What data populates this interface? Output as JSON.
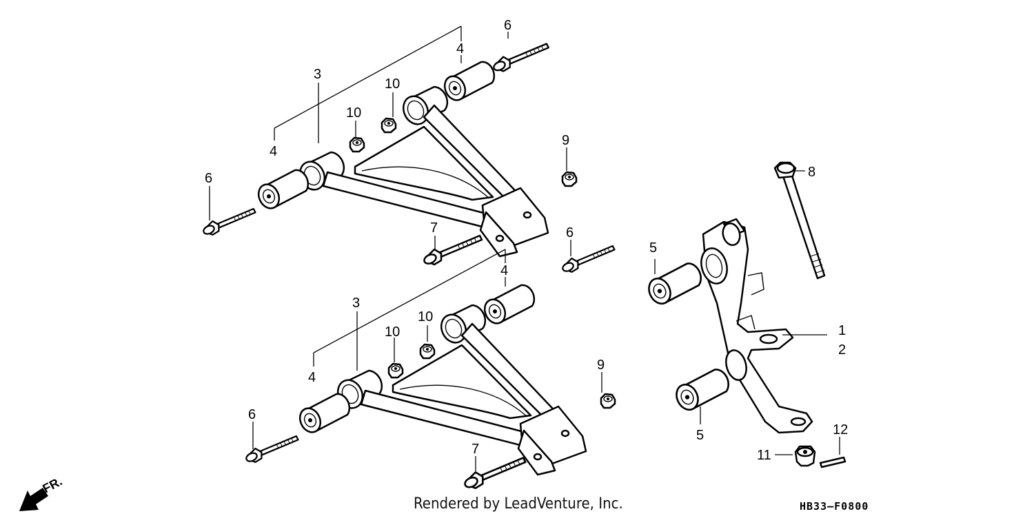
{
  "diagram": {
    "callouts": {
      "upper_arm": "3",
      "upper_bush_front": "4",
      "upper_bush_rear": "4",
      "upper_bolt_front": "6",
      "upper_bolt_rear": "6",
      "upper_nut_a": "10",
      "upper_nut_b": "10",
      "upper_nut_small": "9",
      "upper_bolt_7": "7",
      "lower_arm": "3",
      "lower_bush_front": "4",
      "lower_bush_rear": "4",
      "lower_bolt_front": "6",
      "lower_bolt_rear": "6",
      "lower_nut_a": "10",
      "lower_nut_b": "10",
      "lower_nut_small": "9",
      "lower_bolt_7": "7",
      "knuckle_1": "1",
      "knuckle_2": "2",
      "knuckle_bush_top": "5",
      "knuckle_bush_bottom": "5",
      "long_bolt": "8",
      "castle_nut": "11",
      "cotter_pin": "12"
    },
    "direction_label": "FR.",
    "credit": "Rendered by LeadVenture, Inc.",
    "figure_code": "HB33–F0800"
  }
}
